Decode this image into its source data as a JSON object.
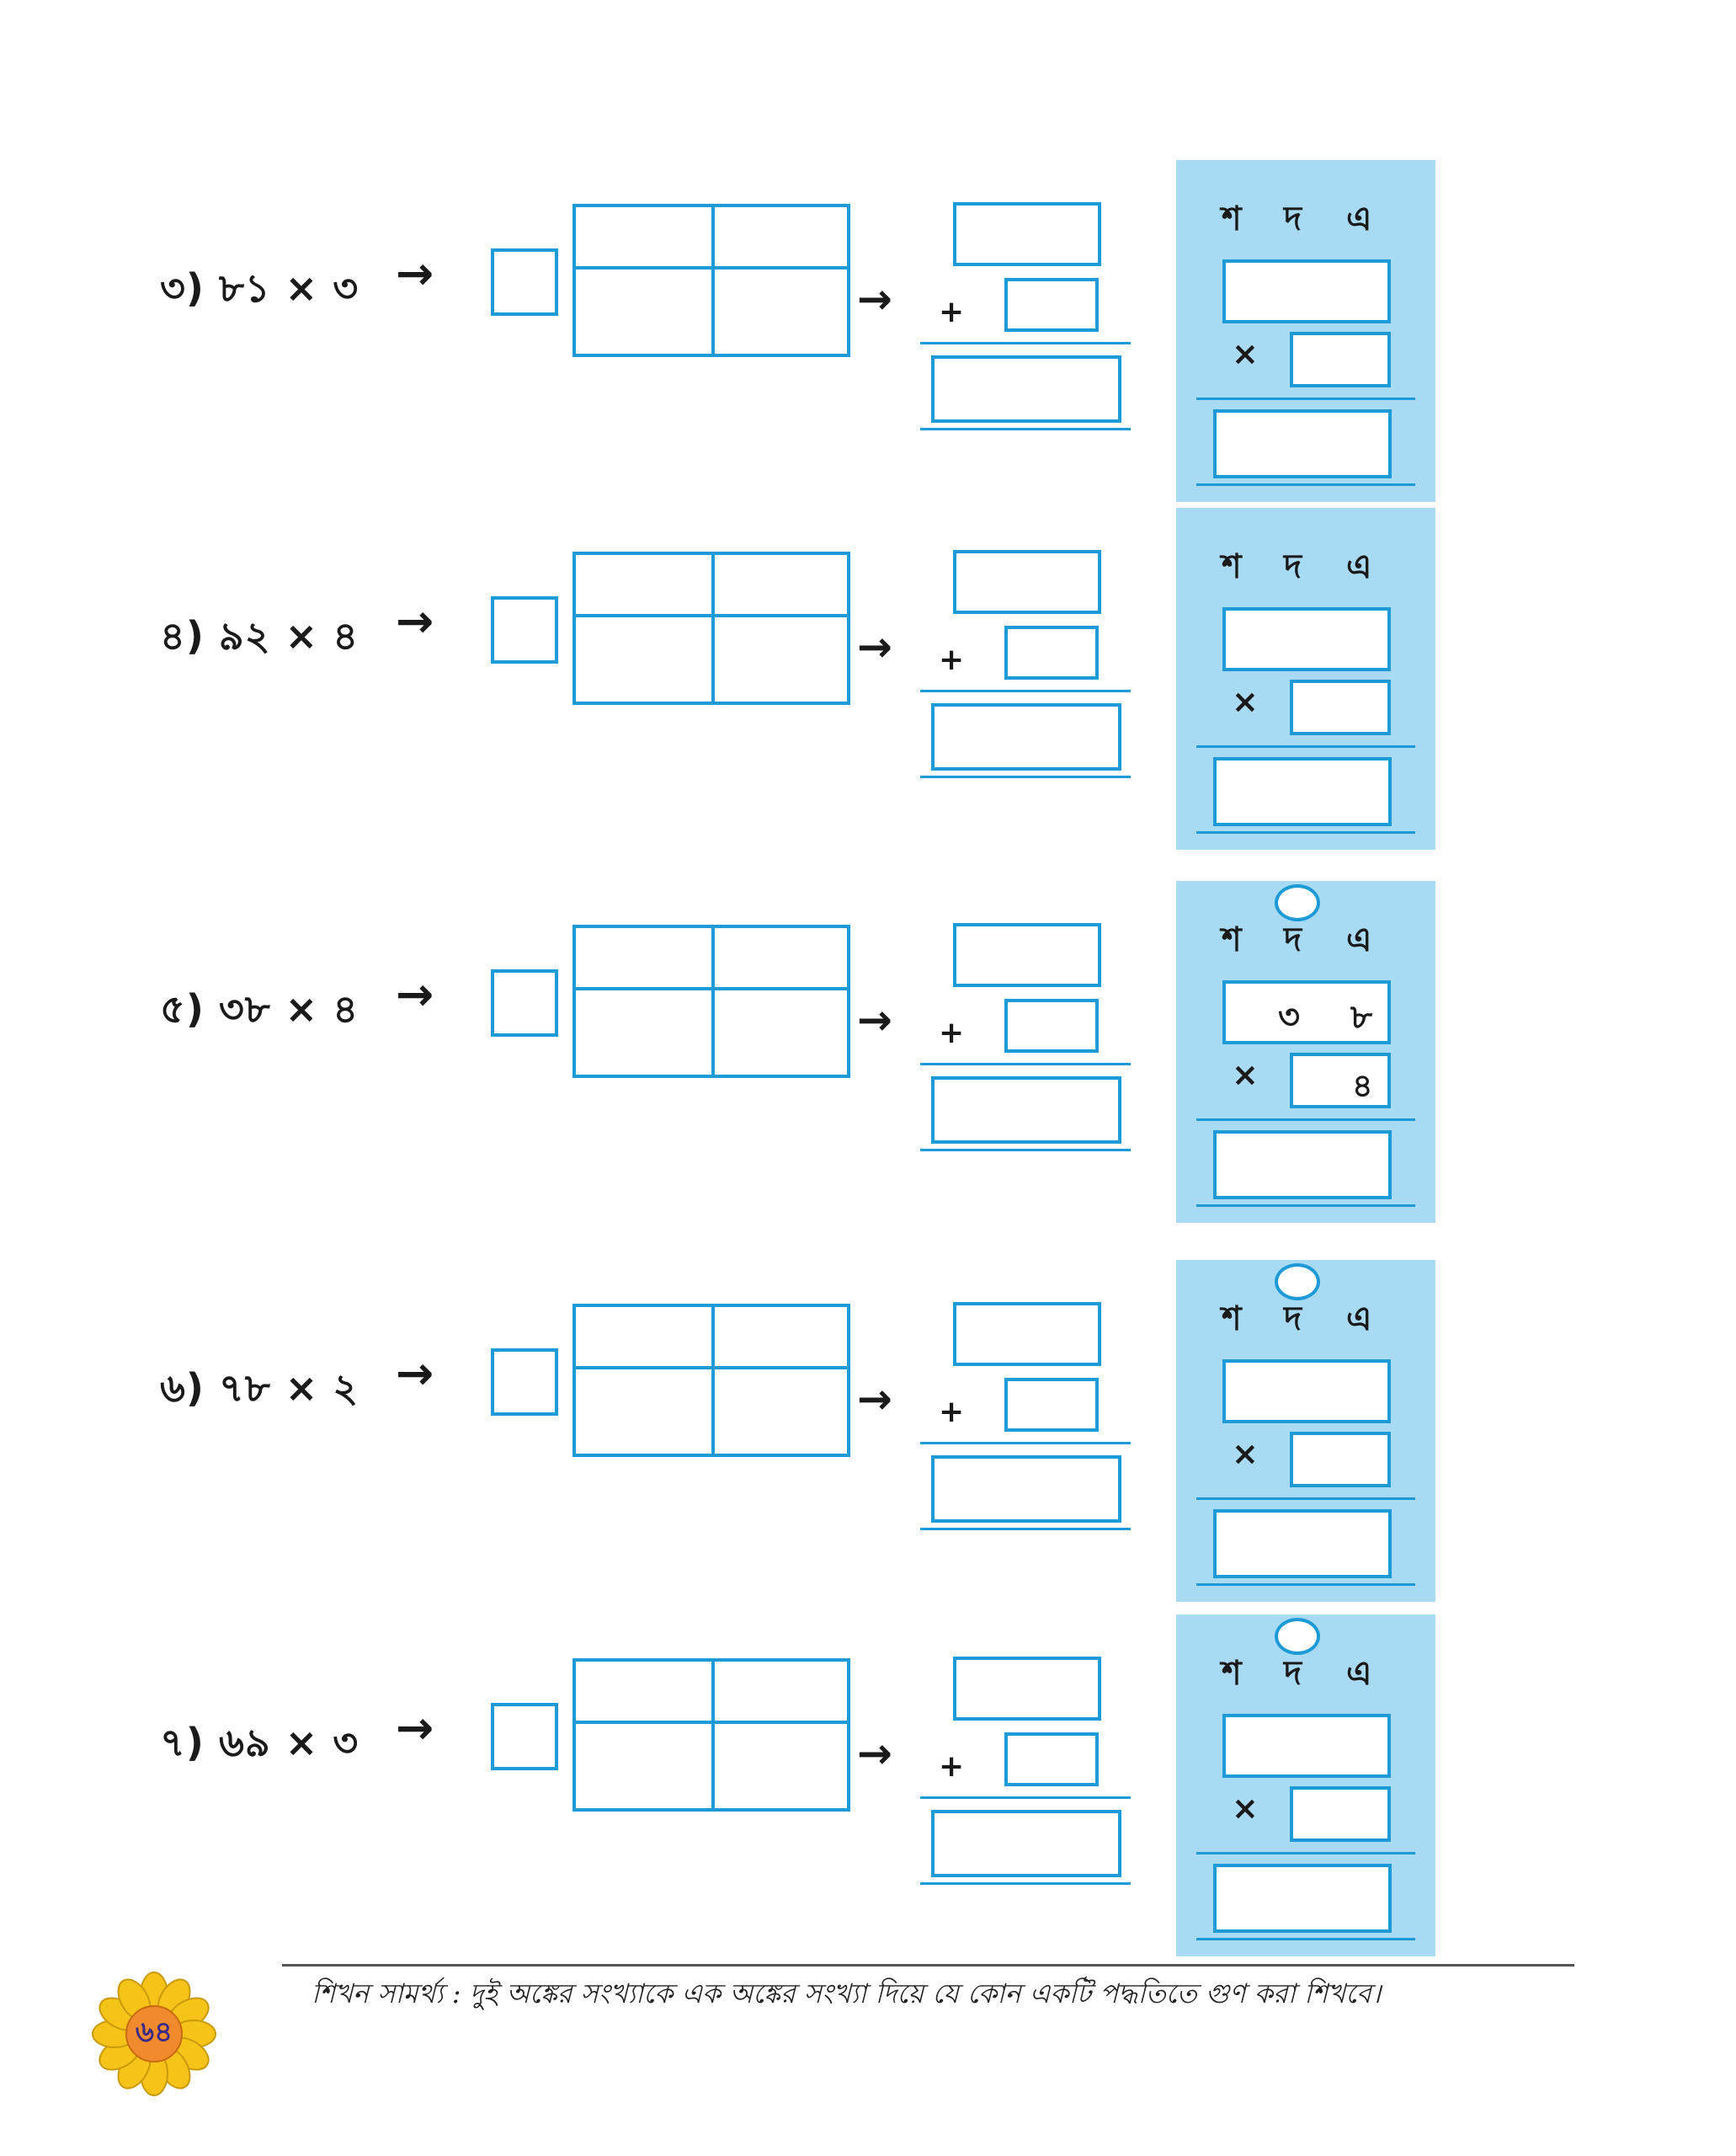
{
  "problems": [
    {
      "label": "৩) ৮১ × ৩",
      "arrow": "→",
      "arrow2": "→",
      "plus": "+",
      "times": "×",
      "place_values": [
        "শ",
        "দ",
        "এ"
      ],
      "top_digits": [
        "",
        ""
      ],
      "multiplier_digit": "",
      "has_carry_circle": false
    },
    {
      "label": "৪) ৯২ × ৪",
      "arrow": "→",
      "arrow2": "→",
      "plus": "+",
      "times": "×",
      "place_values": [
        "শ",
        "দ",
        "এ"
      ],
      "top_digits": [
        "",
        ""
      ],
      "multiplier_digit": "",
      "has_carry_circle": false
    },
    {
      "label": "৫) ৩৮ × ৪",
      "arrow": "→",
      "arrow2": "→",
      "plus": "+",
      "times": "×",
      "place_values": [
        "শ",
        "দ",
        "এ"
      ],
      "top_digits": [
        "৩",
        "৮"
      ],
      "multiplier_digit": "৪",
      "has_carry_circle": true
    },
    {
      "label": "৬) ৭৮ × ২",
      "arrow": "→",
      "arrow2": "→",
      "plus": "+",
      "times": "×",
      "place_values": [
        "শ",
        "দ",
        "এ"
      ],
      "top_digits": [
        "",
        ""
      ],
      "multiplier_digit": "",
      "has_carry_circle": true
    },
    {
      "label": "৭) ৬৯ × ৩",
      "arrow": "→",
      "arrow2": "→",
      "plus": "+",
      "times": "×",
      "place_values": [
        "শ",
        "দ",
        "এ"
      ],
      "top_digits": [
        "",
        ""
      ],
      "multiplier_digit": "",
      "has_carry_circle": true
    }
  ],
  "footer": {
    "learning_outcome": "শিখন সামর্থ্য : দুই অঙ্কের সংখ্যাকে এক অঙ্কের সংখ্যা দিয়ে যে কোন একটি পদ্ধতিতে গুণ করা শিখবে।",
    "page_number": "৬৪"
  },
  "colors": {
    "accent": "#1e9bd7",
    "panel_bg": "#a9daf3",
    "flower_petal": "#f6c419",
    "flower_center": "#f08a2c"
  }
}
